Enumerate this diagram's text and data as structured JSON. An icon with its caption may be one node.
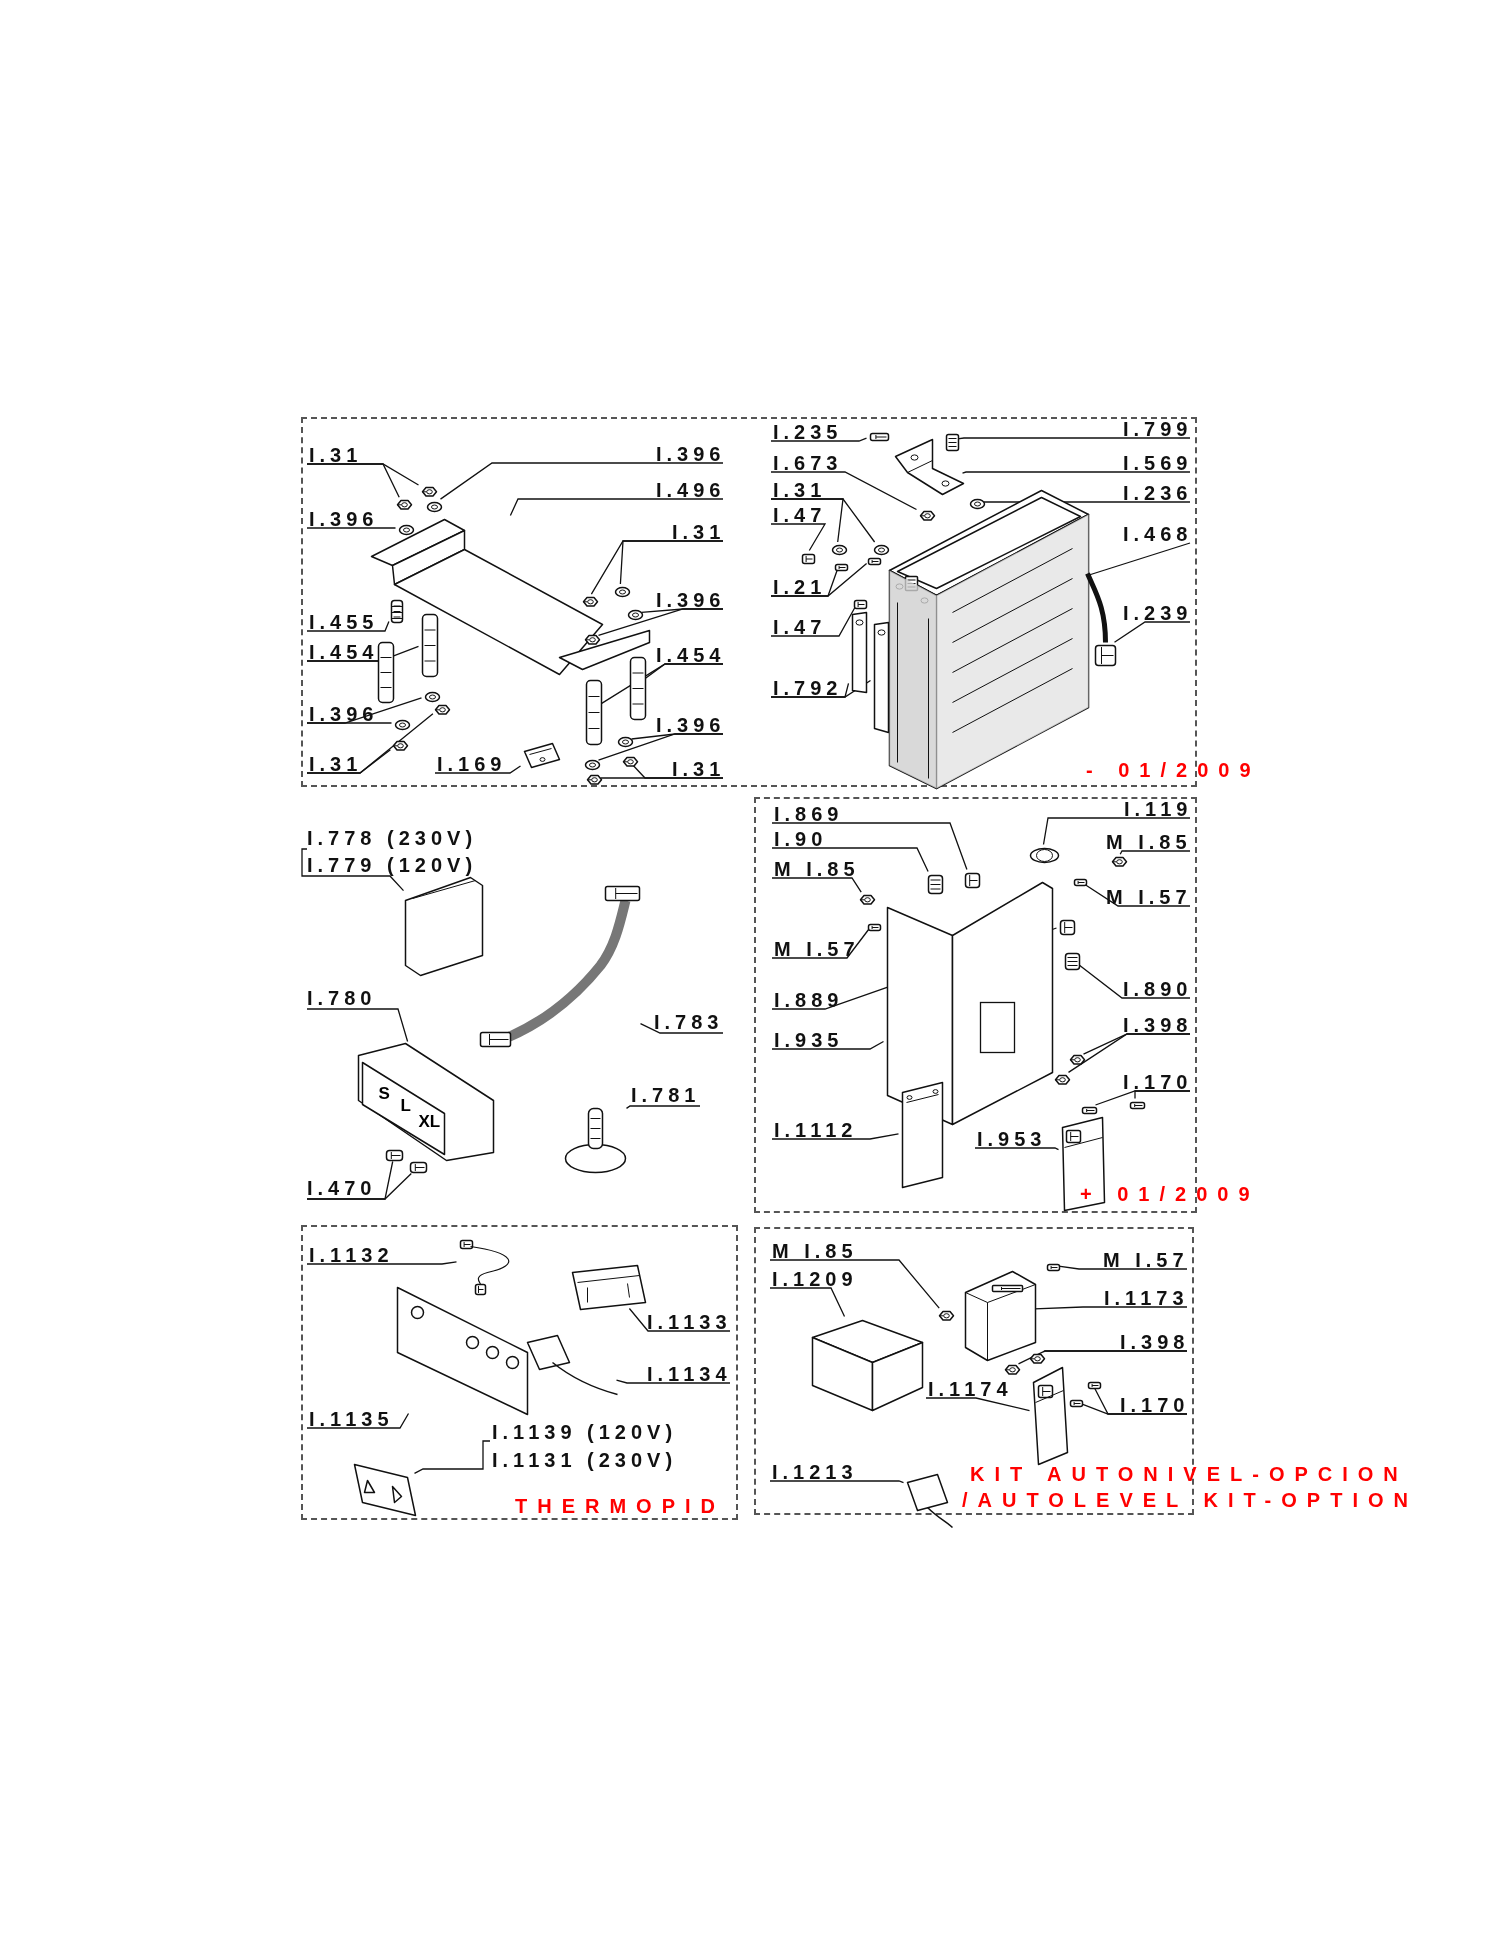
{
  "diagram": {
    "nodes": [
      {
        "text": [],
        "shape": "box"
      },
      {
        "text": [
          "I.31"
        ],
        "in": 0
      },
      {
        "text": [
          "I.396"
        ],
        "in": 0
      },
      {
        "text": [
          "I.396"
        ],
        "in": 0
      },
      {
        "text": [
          "I.496"
        ],
        "in": 0
      },
      {
        "text": [
          "I.31"
        ],
        "in": 0
      },
      {
        "text": [
          "I.396"
        ],
        "in": 0
      },
      {
        "text": [
          "I.455"
        ],
        "in": 0
      },
      {
        "text": [
          "I.454"
        ],
        "in": 0
      },
      {
        "text": [
          "I.454"
        ],
        "in": 0
      },
      {
        "text": [
          "I.396"
        ],
        "in": 0
      },
      {
        "text": [
          "I.31"
        ],
        "in": 0
      },
      {
        "text": [
          "I.169"
        ],
        "in": 0
      },
      {
        "text": [
          "I.396"
        ],
        "in": 0
      },
      {
        "text": [
          "I.31"
        ],
        "in": 0
      },
      {
        "text": [
          "I.235"
        ],
        "in": 0
      },
      {
        "text": [
          "I.673"
        ],
        "in": 0
      },
      {
        "text": [
          "I.31"
        ],
        "in": 0
      },
      {
        "text": [
          "I.47"
        ],
        "in": 0
      },
      {
        "text": [
          "I.21"
        ],
        "in": 0
      },
      {
        "text": [
          "I.47"
        ],
        "in": 0
      },
      {
        "text": [
          "I.792"
        ],
        "in": 0
      },
      {
        "text": [
          "I.799"
        ],
        "in": 0
      },
      {
        "text": [
          "I.569"
        ],
        "in": 0
      },
      {
        "text": [
          "I.236"
        ],
        "in": 0
      },
      {
        "text": [
          "I.468"
        ],
        "in": 0
      },
      {
        "text": [
          "I.239"
        ],
        "in": 0
      },
      {
        "text": [
          "I.778 (230V)"
        ]
      },
      {
        "text": [
          "I.779 (120V)"
        ]
      },
      {
        "text": [
          "I.780"
        ]
      },
      {
        "text": [
          "I.783"
        ]
      },
      {
        "text": [
          "I.781"
        ]
      },
      {
        "text": [
          "I.470"
        ]
      },
      {
        "text": [],
        "shape": "box"
      },
      {
        "text": [
          "I.869"
        ],
        "in": 33
      },
      {
        "text": [
          "I.90"
        ],
        "in": 33
      },
      {
        "text": [
          "M I.85"
        ],
        "in": 33
      },
      {
        "text": [
          "M I.57"
        ],
        "in": 33
      },
      {
        "text": [
          "I.889"
        ],
        "in": 33
      },
      {
        "text": [
          "I.935"
        ],
        "in": 33
      },
      {
        "text": [
          "I.1112"
        ],
        "in": 33
      },
      {
        "text": [
          "I.119"
        ],
        "in": 33
      },
      {
        "text": [
          "M I.85"
        ],
        "in": 33
      },
      {
        "text": [
          "M I.57"
        ],
        "in": 33
      },
      {
        "text": [
          "I.890"
        ],
        "in": 33
      },
      {
        "text": [
          "I.398"
        ],
        "in": 33
      },
      {
        "text": [
          "I.170"
        ],
        "in": 33
      },
      {
        "text": [
          "I.953"
        ],
        "in": 33
      },
      {
        "text": [],
        "shape": "box"
      },
      {
        "text": [
          "I.1132"
        ],
        "in": 48
      },
      {
        "text": [
          "I.1133"
        ],
        "in": 48
      },
      {
        "text": [
          "I.1134"
        ],
        "in": 48
      },
      {
        "text": [
          "I.1135"
        ],
        "in": 48
      },
      {
        "text": [
          "I.1139 (120V)"
        ],
        "in": 48
      },
      {
        "text": [
          "I.1131 (230V)"
        ],
        "in": 48
      },
      {
        "text": [],
        "shape": "box"
      },
      {
        "text": [
          "M I.85"
        ],
        "in": 55
      },
      {
        "text": [
          "I.1209"
        ],
        "in": 55
      },
      {
        "text": [
          "M I.57"
        ],
        "in": 55
      },
      {
        "text": [
          "I.1173"
        ],
        "in": 55
      },
      {
        "text": [
          "I.398"
        ],
        "in": 55
      },
      {
        "text": [
          "I.1174"
        ],
        "in": 55
      },
      {
        "text": [
          "I.170"
        ],
        "in": 55
      },
      {
        "text": [
          "I.1213"
        ],
        "in": 55
      },
      {
        "text": [],
        "shape": "picture",
        "in": 0
      },
      {
        "text": [],
        "shape": "picture",
        "in": 0
      },
      {
        "text": [],
        "shape": "picture",
        "in": 0
      },
      {
        "text": [],
        "shape": "picture",
        "in": 0
      },
      {
        "text": [],
        "shape": "picture",
        "in": 0
      },
      {
        "text": [],
        "shape": "picture",
        "in": 0
      },
      {
        "text": [],
        "shape": "picture",
        "in": 0
      },
      {
        "text": [],
        "shape": "picture",
        "in": 0
      },
      {
        "text": [],
        "shape": "picture",
        "in": 0
      },
      {
        "text": [],
        "shape": "picture",
        "in": 0
      },
      {
        "text": [],
        "shape": "picture",
        "in": 0
      },
      {
        "text": [],
        "shape": "picture",
        "in": 0
      },
      {
        "text": [],
        "shape": "picture",
        "in": 0
      },
      {
        "text": [],
        "shape": "picture",
        "in": 0
      },
      {
        "text": [],
        "shape": "picture",
        "in": 0
      },
      {
        "text": [],
        "shape": "picture",
        "in": 0
      },
      {
        "text": [],
        "shape": "picture",
        "in": 0
      },
      {
        "text": [],
        "shape": "picture",
        "in": 0
      },
      {
        "text": [],
        "shape": "picture",
        "in": 0
      },
      {
        "text": [],
        "shape": "picture",
        "in": 0
      },
      {
        "text": [],
        "shape": "picture",
        "in": 0
      },
      {
        "text": [],
        "shape": "picture",
        "in": 0
      },
      {
        "text": [],
        "shape": "picture",
        "in": 0
      },
      {
        "text": [],
        "shape": "picture",
        "in": 0
      },
      {
        "text": [],
        "shape": "picture",
        "in": 0
      },
      {
        "text": [],
        "shape": "picture",
        "in": 0
      },
      {
        "text": [],
        "shape": "picture",
        "in": 0
      },
      {
        "text": [],
        "shape": "picture",
        "in": 0
      },
      {
        "text": [],
        "shape": "picture",
        "in": 0
      },
      {
        "text": [],
        "shape": "picture",
        "in": 0
      },
      {
        "text": [],
        "shape": "picture",
        "in": 0
      },
      {
        "text": [],
        "shape": "picture",
        "in": 0
      },
      {
        "text": [],
        "shape": "picture",
        "in": 0
      },
      {
        "text": [],
        "shape": "picture",
        "in": 0
      },
      {
        "text": [],
        "shape": "picture",
        "in": 0
      },
      {
        "text": [],
        "shape": "picture",
        "in": 0
      },
      {
        "text": [],
        "shape": "picture",
        "in": 0
      },
      {
        "text": [],
        "shape": "picture",
        "in": 0
      },
      {
        "text": [],
        "shape": "picture"
      },
      {
        "text": [
          "S",
          "L",
          "XL"
        ]
      },
      {
        "text": [],
        "shape": "picture"
      },
      {
        "text": [],
        "shape": "picture"
      },
      {
        "text": [],
        "shape": "picture"
      },
      {
        "text": [],
        "shape": "picture"
      },
      {
        "text": [],
        "shape": "picture",
        "in": 33
      },
      {
        "text": [],
        "shape": "picture",
        "in": 33
      },
      {
        "text": [],
        "shape": "picture",
        "in": 33
      },
      {
        "text": [],
        "shape": "picture",
        "in": 33
      },
      {
        "text": [],
        "shape": "picture",
        "in": 33
      },
      {
        "text": [],
        "shape": "picture",
        "in": 33
      },
      {
        "text": [],
        "shape": "picture",
        "in": 33
      },
      {
        "text": [],
        "shape": "picture",
        "in": 33
      },
      {
        "text": [],
        "shape": "picture",
        "in": 33
      },
      {
        "text": [],
        "shape": "picture",
        "in": 33
      },
      {
        "text": [],
        "shape": "picture",
        "in": 33
      },
      {
        "text": [],
        "shape": "picture",
        "in": 33
      },
      {
        "text": [],
        "shape": "picture",
        "in": 33
      },
      {
        "text": [],
        "shape": "picture",
        "in": 33
      },
      {
        "text": [],
        "shape": "picture",
        "in": 33
      },
      {
        "text": [],
        "shape": "picture",
        "in": 33
      },
      {
        "text": [],
        "shape": "picture",
        "in": 48
      },
      {
        "text": [],
        "shape": "picture",
        "in": 48
      },
      {
        "text": [],
        "shape": "picture",
        "in": 48
      },
      {
        "text": [],
        "shape": "picture",
        "in": 48
      },
      {
        "text": [],
        "shape": "picture",
        "in": 48
      },
      {
        "text": [],
        "shape": "picture",
        "in": 55
      },
      {
        "text": [],
        "shape": "picture",
        "in": 55
      },
      {
        "text": [],
        "shape": "picture",
        "in": 55
      },
      {
        "text": [],
        "shape": "picture",
        "in": 55
      },
      {
        "text": [],
        "shape": "picture",
        "in": 55
      },
      {
        "text": [],
        "shape": "picture",
        "in": 55
      },
      {
        "text": [],
        "shape": "picture",
        "in": 55
      },
      {
        "text": [],
        "shape": "picture",
        "in": 55
      },
      {
        "text": [],
        "shape": "picture",
        "in": 55
      },
      {
        "text": [],
        "shape": "picture",
        "in": 55
      }
    ],
    "edges": [
      {
        "from": 1,
        "to": 64,
        "arrow": "none"
      },
      {
        "from": 1,
        "to": 65,
        "arrow": "none"
      },
      {
        "from": 2,
        "to": 66,
        "arrow": "none"
      },
      {
        "from": 3,
        "to": 67,
        "arrow": "none"
      },
      {
        "from": 4,
        "to": 68,
        "arrow": "none"
      },
      {
        "from": 5,
        "to": 69,
        "arrow": "none"
      },
      {
        "from": 5,
        "to": 70,
        "arrow": "none"
      },
      {
        "from": 6,
        "to": 71,
        "arrow": "none"
      },
      {
        "from": 6,
        "to": 72,
        "arrow": "none"
      },
      {
        "from": 7,
        "to": 73,
        "arrow": "none"
      },
      {
        "from": 8,
        "to": 74,
        "arrow": "none"
      },
      {
        "from": 8,
        "to": 75,
        "arrow": "none"
      },
      {
        "from": 9,
        "to": 76,
        "arrow": "none"
      },
      {
        "from": 9,
        "to": 77,
        "arrow": "none"
      },
      {
        "from": 10,
        "to": 78,
        "arrow": "none"
      },
      {
        "from": 10,
        "to": 79,
        "arrow": "none"
      },
      {
        "from": 11,
        "to": 80,
        "arrow": "none"
      },
      {
        "from": 11,
        "to": 81,
        "arrow": "none"
      },
      {
        "from": 12,
        "to": 82,
        "arrow": "none"
      },
      {
        "from": 13,
        "to": 83,
        "arrow": "none"
      },
      {
        "from": 13,
        "to": 84,
        "arrow": "none"
      },
      {
        "from": 14,
        "to": 85,
        "arrow": "none"
      },
      {
        "from": 14,
        "to": 86,
        "arrow": "none"
      },
      {
        "from": 15,
        "to": 87,
        "arrow": "none"
      },
      {
        "from": 16,
        "to": 88,
        "arrow": "none"
      },
      {
        "from": 17,
        "to": 89,
        "arrow": "none"
      },
      {
        "from": 17,
        "to": 90,
        "arrow": "none"
      },
      {
        "from": 18,
        "to": 91,
        "arrow": "none"
      },
      {
        "from": 19,
        "to": 92,
        "arrow": "none"
      },
      {
        "from": 19,
        "to": 93,
        "arrow": "none"
      },
      {
        "from": 20,
        "to": 94,
        "arrow": "none"
      },
      {
        "from": 21,
        "to": 95,
        "arrow": "none"
      },
      {
        "from": 21,
        "to": 96,
        "arrow": "none"
      },
      {
        "from": 22,
        "to": 97,
        "arrow": "none"
      },
      {
        "from": 23,
        "to": 98,
        "arrow": "none"
      },
      {
        "from": 24,
        "to": 99,
        "arrow": "none"
      },
      {
        "from": 25,
        "to": 100,
        "arrow": "none"
      },
      {
        "from": 26,
        "to": 101,
        "arrow": "none"
      },
      {
        "from": 27,
        "to": 102,
        "arrow": "none"
      },
      {
        "from": 28,
        "to": 102,
        "arrow": "none"
      },
      {
        "from": 29,
        "to": 103,
        "arrow": "none"
      },
      {
        "from": 30,
        "to": 104,
        "arrow": "none"
      },
      {
        "from": 31,
        "to": 105,
        "arrow": "none"
      },
      {
        "from": 32,
        "to": 106,
        "arrow": "none"
      },
      {
        "from": 32,
        "to": 107,
        "arrow": "none"
      },
      {
        "from": 34,
        "to": 108,
        "arrow": "none"
      },
      {
        "from": 35,
        "to": 109,
        "arrow": "none"
      },
      {
        "from": 36,
        "to": 110,
        "arrow": "none"
      },
      {
        "from": 37,
        "to": 111,
        "arrow": "none"
      },
      {
        "from": 38,
        "to": 112,
        "arrow": "none"
      },
      {
        "from": 39,
        "to": 113,
        "arrow": "none"
      },
      {
        "from": 40,
        "to": 114,
        "arrow": "none"
      },
      {
        "from": 41,
        "to": 115,
        "arrow": "none"
      },
      {
        "from": 42,
        "to": 116,
        "arrow": "none"
      },
      {
        "from": 43,
        "to": 117,
        "arrow": "none"
      },
      {
        "from": 44,
        "to": 118,
        "arrow": "none"
      },
      {
        "from": 45,
        "to": 119,
        "arrow": "none"
      },
      {
        "from": 45,
        "to": 120,
        "arrow": "none"
      },
      {
        "from": 46,
        "to": 121,
        "arrow": "none"
      },
      {
        "from": 46,
        "to": 122,
        "arrow": "none"
      },
      {
        "from": 47,
        "to": 123,
        "arrow": "none"
      },
      {
        "from": 49,
        "to": 124,
        "arrow": "none"
      },
      {
        "from": 50,
        "to": 125,
        "arrow": "none"
      },
      {
        "from": 51,
        "to": 126,
        "arrow": "none"
      },
      {
        "from": 52,
        "to": 127,
        "arrow": "none"
      },
      {
        "from": 53,
        "to": 128,
        "arrow": "none"
      },
      {
        "from": 54,
        "to": 128,
        "arrow": "none"
      },
      {
        "from": 56,
        "to": 129,
        "arrow": "none"
      },
      {
        "from": 57,
        "to": 130,
        "arrow": "none"
      },
      {
        "from": 58,
        "to": 131,
        "arrow": "none"
      },
      {
        "from": 59,
        "to": 132,
        "arrow": "none"
      },
      {
        "from": 60,
        "to": 133,
        "arrow": "none"
      },
      {
        "from": 60,
        "to": 134,
        "arrow": "none"
      },
      {
        "from": 61,
        "to": 135,
        "arrow": "none"
      },
      {
        "from": 62,
        "to": 136,
        "arrow": "none"
      },
      {
        "from": 62,
        "to": 137,
        "arrow": "none"
      },
      {
        "from": 63,
        "to": 138,
        "arrow": "none"
      }
    ],
    "labels": [
      "- 01/2009",
      "+ 01/2009",
      "KIT AUTONIVEL-OPCION",
      "/AUTOLEVEL KIT-OPTION",
      "THERMOPID"
    ]
  }
}
